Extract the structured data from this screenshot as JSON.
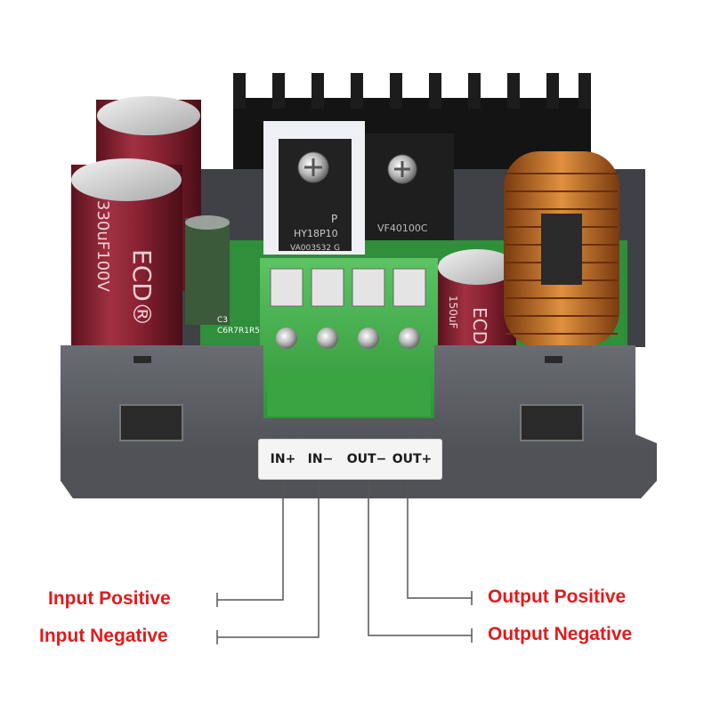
{
  "colors": {
    "callout_red": "#e01b1b",
    "capacitor_maroon": "#8a2232",
    "terminal_green": "#43b04a",
    "inductor_copper": "#c8742a",
    "pcb_green": "#2f8f3a",
    "housing_gray": "#55575e",
    "heatsink_black": "#141414"
  },
  "terminal_block": {
    "labels": [
      "IN+",
      "IN−",
      "OUT−",
      "OUT+"
    ]
  },
  "callouts": {
    "input_positive": "Input Positive",
    "input_negative": "Input Negative",
    "output_positive": "Output Positive",
    "output_negative": "Output Negative"
  },
  "components": {
    "mosfet_left": [
      "P",
      "HY18P10",
      "VA003S32 G"
    ],
    "mosfet_right": [
      "VF40100C"
    ],
    "capacitor_large_text": [
      "ECD®",
      "330uF100V"
    ],
    "capacitor_small_text": [
      "ECD®",
      "150uF"
    ],
    "pcb_labels": [
      "C3",
      "C6R7R1R5"
    ]
  },
  "icons": [
    "screw-icon",
    "capacitor-top-icon",
    "callout-dot-icon"
  ]
}
